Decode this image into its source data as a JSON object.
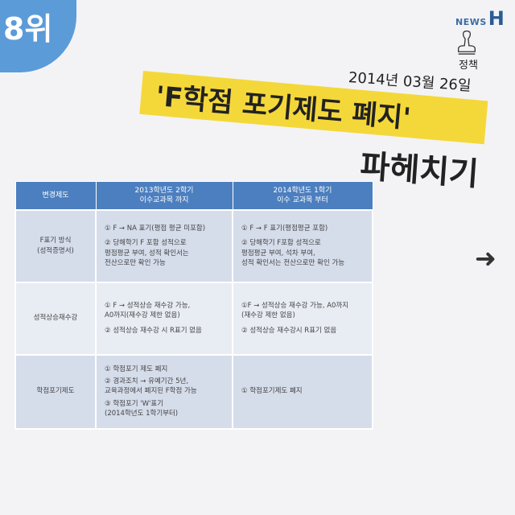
{
  "rank": "8위",
  "logo": {
    "news": "NEWS",
    "h": "H"
  },
  "category": "정책",
  "date": "2014년 03월 26일",
  "title": "'F학점 포기제도 폐지'",
  "subtitle": "파헤치기",
  "table": {
    "headers": [
      "변경제도",
      "2013학년도 2학기\n이수교과목 까지",
      "2014학년도 1학기\n이수 교과목 부터"
    ],
    "rows": [
      {
        "key": "F표기 방식\n(성적증명서)",
        "before": [
          "① F → NA 표기(평점 평균 미포함)",
          "② 당해학기 F 포함 성적으로\n평점평균 부여, 성적 확인서는\n전산으로만 확인 가능"
        ],
        "after": [
          "① F → F 표기(평점평균 포함)",
          "② 당해학기 F포함 성적으로\n평점평균 부여, 석차 부여,\n성적 확인서는 전산으로만 확인 가능"
        ]
      },
      {
        "key": "성적상승재수강",
        "before": [
          "① F → 성적상승 재수강 가능,\nA0까지(재수강 제한 없음)",
          "② 성적상승 재수강 시 R표기 없음"
        ],
        "after": [
          "①F → 성적상승 재수강 가능, A0까지\n(재수강 제한 없음)",
          "② 성적상승 재수강시 R표기 없음"
        ]
      },
      {
        "key": "학점포기제도",
        "before": [
          "① 학점포기 제도 폐지",
          "② 경과조치 → 유예기간 5년,\n교육과정에서 폐지된 F학점 가능",
          "③ 학점포기 'W'표기\n(2014학년도 1학기부터)"
        ],
        "after": [
          "① 학점포기제도 폐지"
        ]
      }
    ]
  },
  "colors": {
    "accent": "#5b9bd8",
    "banner": "#f4d83a",
    "header": "#4c7fbf"
  }
}
